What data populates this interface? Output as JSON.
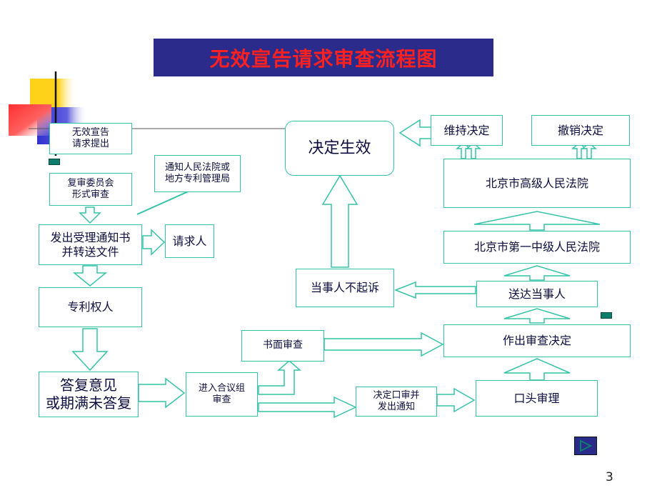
{
  "title": "无效宣告请求审查流程图",
  "page_number": "3",
  "nodes": {
    "request_submit": "无效宣告\n请求提出",
    "formal_review": "复审委员会\n形式审查",
    "notify_court": "通知人民法院或\n地方专利管理局",
    "issue_notice": "发出受理通知书\n并转送文件",
    "requester": "请求人",
    "patentee": "专利权人",
    "reply": "答复意见\n或期满未答复",
    "collegial_panel": "进入合议组\n审查",
    "written_review": "书面审查",
    "oral_decision": "决定口审并\n发出通知",
    "oral_hearing": "口头审理",
    "make_decision": "作出审查决定",
    "serve_parties": "送达当事人",
    "no_appeal": "当事人不起诉",
    "decision_effective": "决定生效",
    "first_court": "北京市第一中级人民法院",
    "high_court": "北京市高级人民法院",
    "uphold": "维持决定",
    "revoke": "撤销决定"
  }
}
